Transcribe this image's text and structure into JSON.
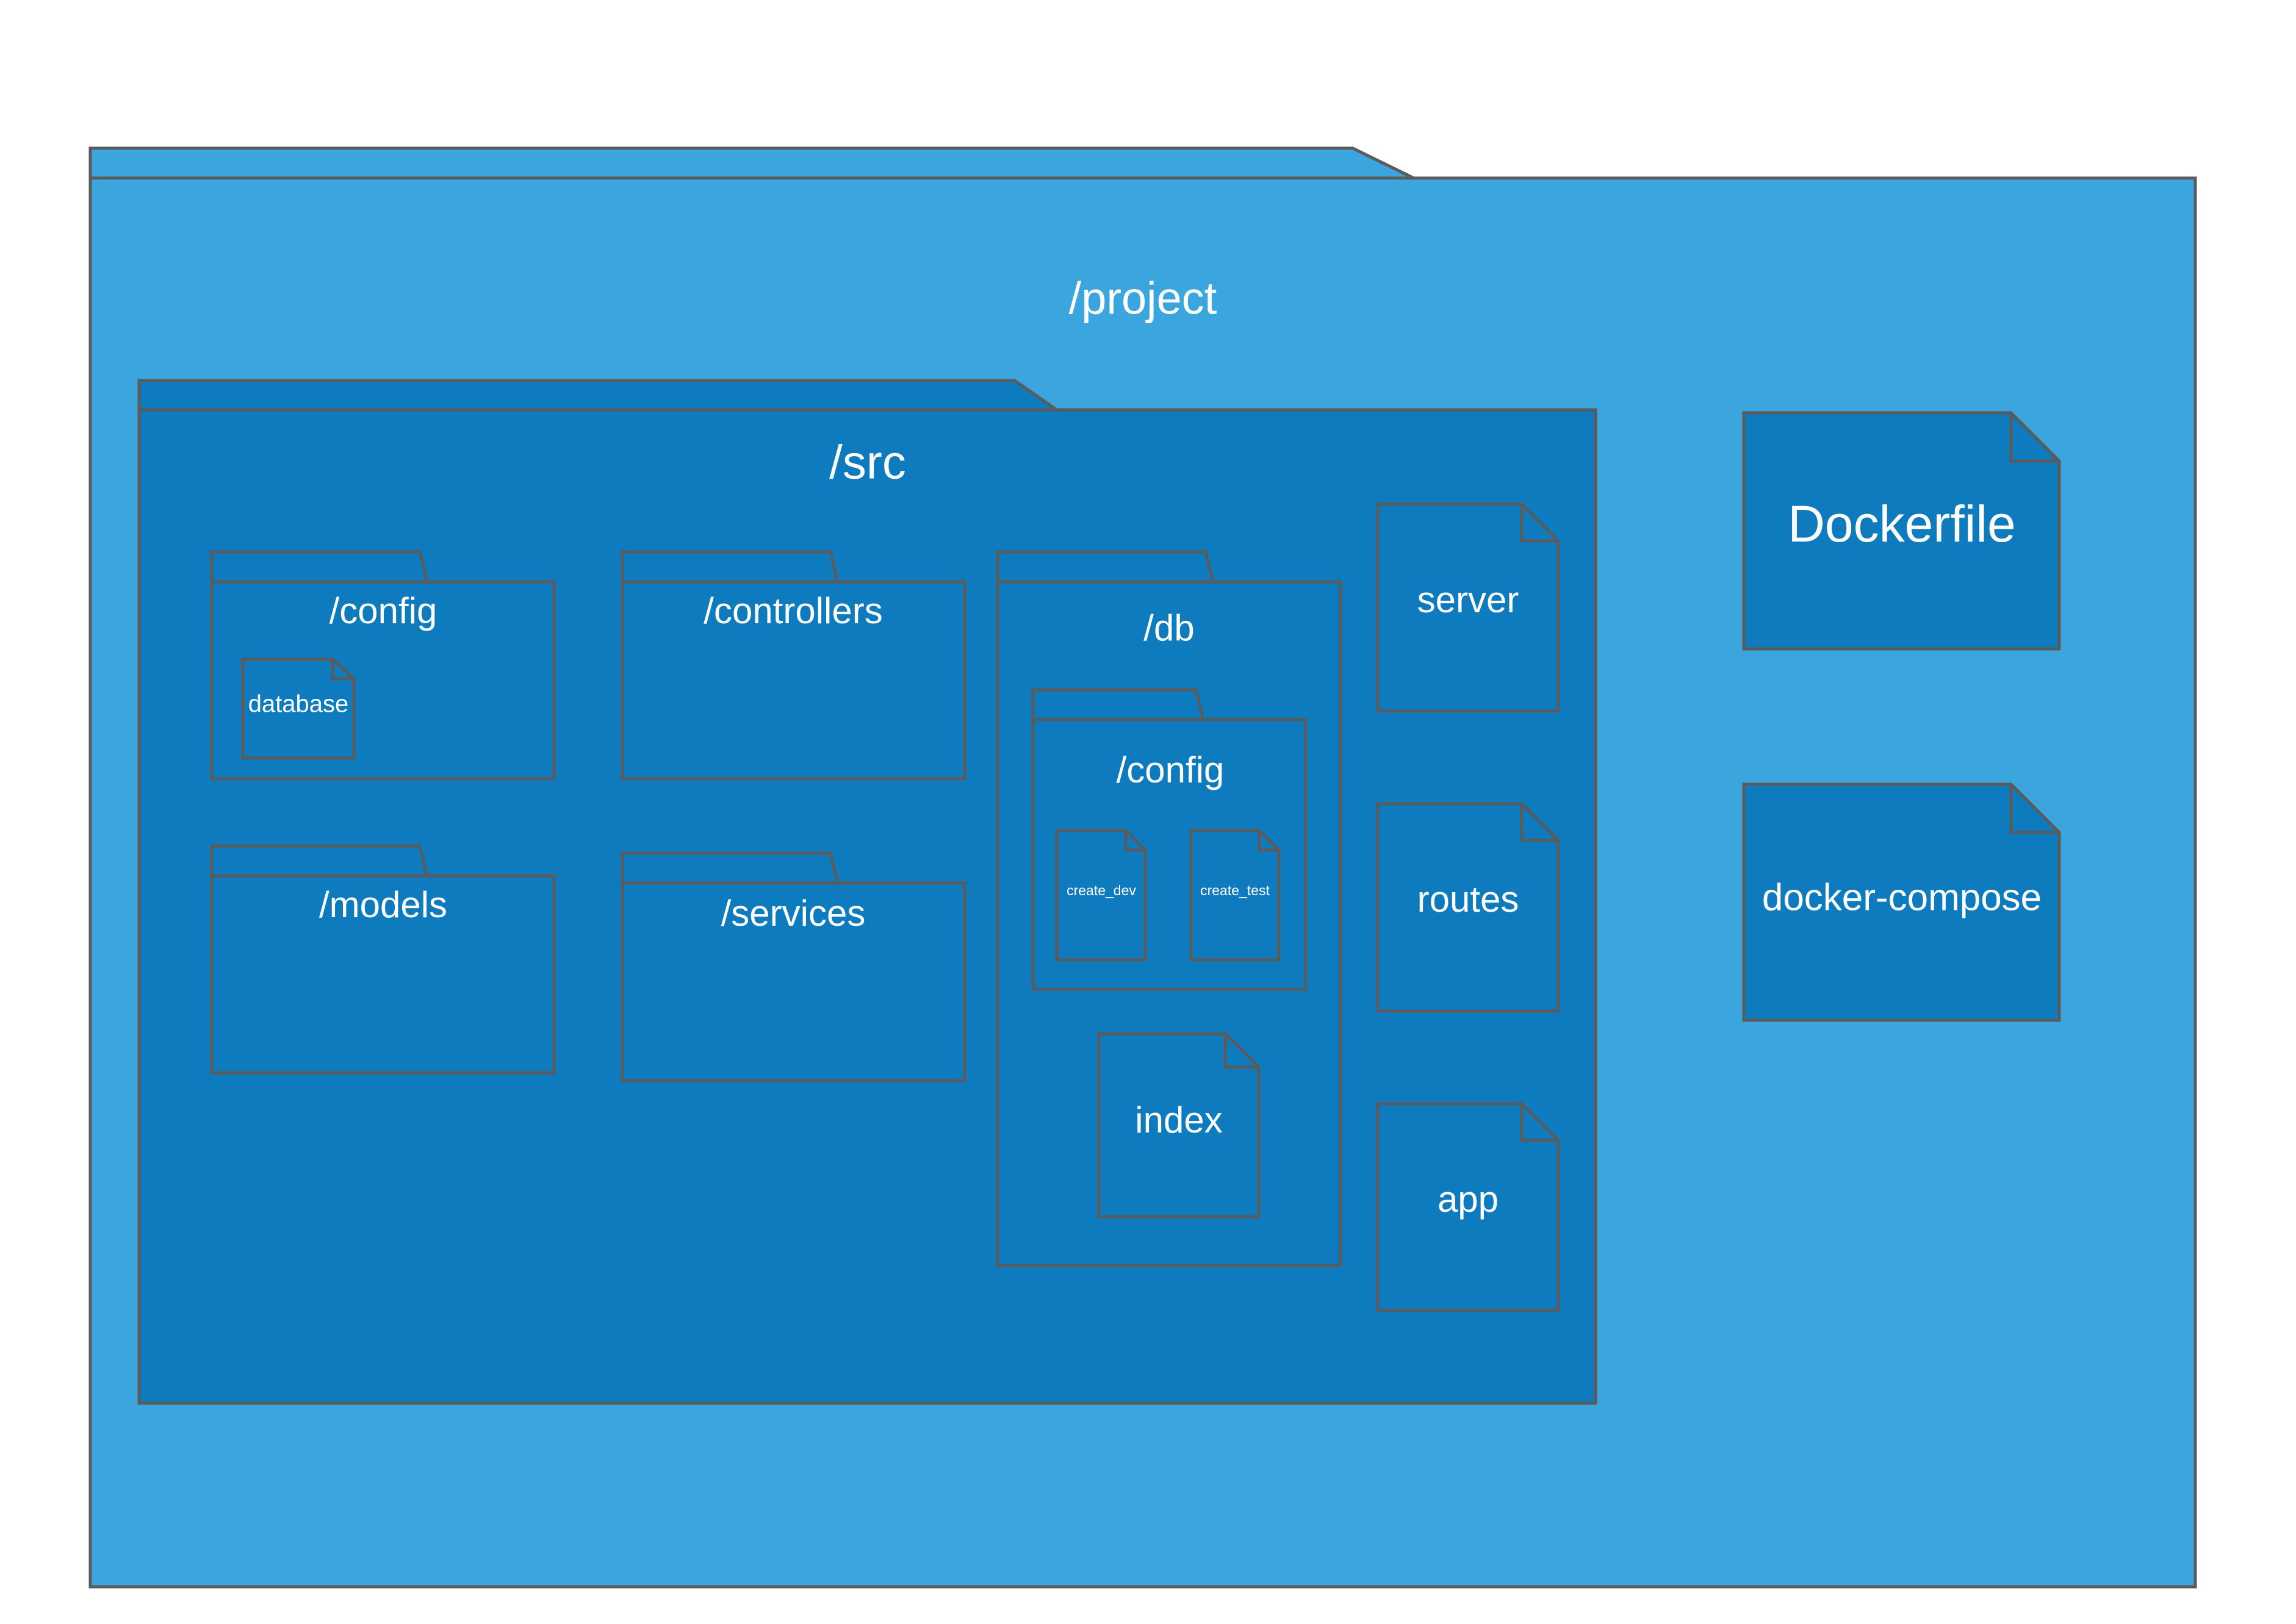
{
  "colors": {
    "project_fill": "#3ba5dd",
    "inner_fill": "#0d7bbd",
    "stroke": "#5b5b5b",
    "text": "#ffffff"
  },
  "diagram": {
    "project": {
      "label": "/project",
      "children": {
        "src": {
          "label": "/src",
          "folders": {
            "config": {
              "label": "/config",
              "files": [
                "database"
              ]
            },
            "controllers": {
              "label": "/controllers"
            },
            "models": {
              "label": "/models"
            },
            "services": {
              "label": "/services"
            },
            "db": {
              "label": "/db",
              "folders": {
                "config": {
                  "label": "/config",
                  "files": [
                    "create_dev",
                    "create_test"
                  ]
                }
              },
              "files": [
                "index"
              ]
            }
          },
          "files": [
            "server",
            "routes",
            "app"
          ]
        },
        "files": [
          "Dockerfile",
          "docker-compose"
        ]
      }
    }
  }
}
